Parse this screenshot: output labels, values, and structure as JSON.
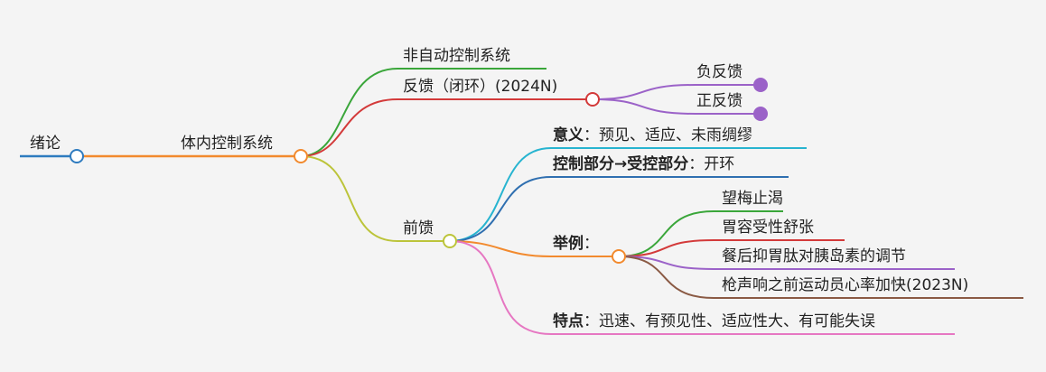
{
  "root": {
    "label": "绪论"
  },
  "level1": {
    "label": "体内控制系统"
  },
  "feedback_branch": {
    "non_auto": "非自动控制系统",
    "feedback": "反馈（闭环）(2024N)",
    "negative": "负反馈",
    "positive": "正反馈"
  },
  "feedforward": {
    "label": "前馈",
    "meaning": {
      "key": "意义",
      "sep": "：",
      "text": "预见、适应、未雨绸缪"
    },
    "control": {
      "key": "控制部分→受控部分",
      "sep": "：",
      "text": "开环"
    },
    "examples": {
      "key": "举例",
      "sep": "：",
      "items": [
        "望梅止渴",
        "胃容受性舒张",
        "餐后抑胃肽对胰岛素的调节",
        "枪声响之前运动员心率加快(2023N)"
      ]
    },
    "features": {
      "key": "特点",
      "sep": "：",
      "text": "迅速、有预见性、适应性大、有可能失误"
    }
  },
  "colors": {
    "background": "#f4f4f4",
    "blue": "#2e7bbf",
    "orange": "#f28a2e",
    "green": "#3aa63a",
    "red": "#d33a3a",
    "purple": "#9b62c8",
    "olive": "#bcc43a",
    "cyan": "#27b4d0",
    "steel": "#2f6fb0",
    "pink": "#e677c2",
    "brown": "#8a5a44"
  }
}
